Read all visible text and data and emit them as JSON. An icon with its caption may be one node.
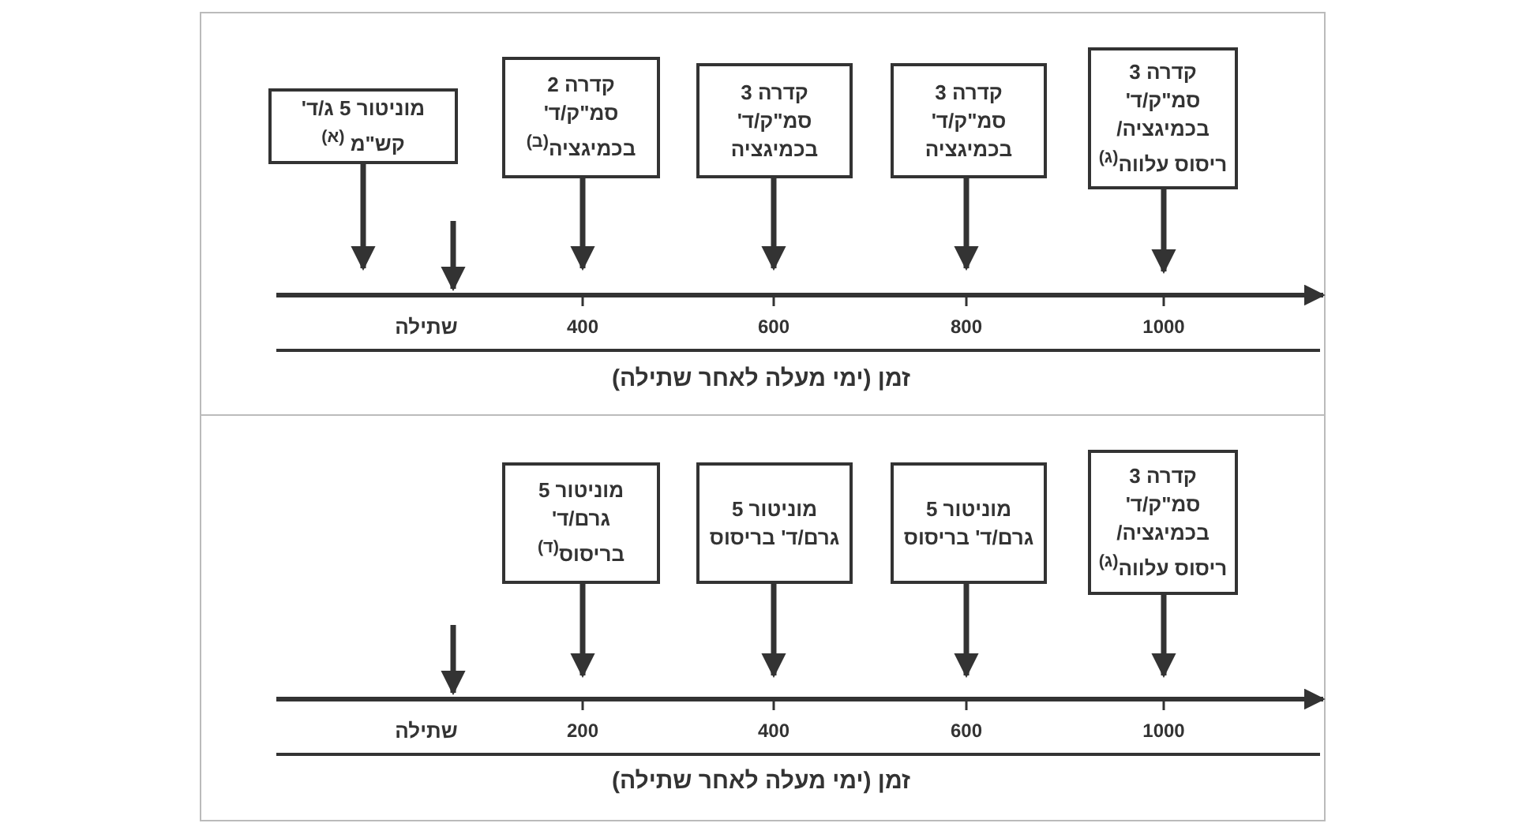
{
  "diagram": {
    "nodes": [
      {
        "text": [
          "מוניטור 5 ג/ד' קש\"מ $^{(א)}$"
        ]
      },
      {
        "text": [
          "קדרה 2 סמ\"ק/ד' בכמיגציה$^{(ב)}$"
        ]
      },
      {
        "text": [
          "קדרה 3 סמ\"ק/ד' בכמיגציה"
        ]
      },
      {
        "text": [
          "קדרה 3 סמ\"ק/ד' בכמיגציה"
        ]
      },
      {
        "text": [
          "קדרה 3 סמ\"ק/ד' בכמיגציה/ ריסוס עלווה$^{(ג)}$"
        ]
      },
      {
        "text": [
          "מוניטור 5 גרם/ד' בריסוס$^{(ד)}$"
        ]
      },
      {
        "text": [
          "מוניטור 5 גרם/ד' בריסוס"
        ]
      },
      {
        "text": [
          "מוניטור 5 גרם/ד' בריסוס"
        ]
      },
      {
        "text": [
          "קדרה 3 סמ\"ק/ד' בכמיגציה/ ריסוס עלווה$^{(ג)}$"
        ]
      }
    ],
    "edges": [
      {
        "from": 0,
        "to": null,
        "arrow": "to"
      },
      {
        "from": 1,
        "to": null,
        "arrow": "to"
      },
      {
        "from": 2,
        "to": null,
        "arrow": "to"
      },
      {
        "from": 3,
        "to": null,
        "arrow": "to"
      },
      {
        "from": 4,
        "to": null,
        "arrow": "to"
      },
      {
        "from": 5,
        "to": null,
        "arrow": "to"
      },
      {
        "from": 6,
        "to": null,
        "arrow": "to"
      },
      {
        "from": 7,
        "to": null,
        "arrow": "to"
      },
      {
        "from": 8,
        "to": null,
        "arrow": "to"
      }
    ],
    "labels": [
      "שתילה",
      "400",
      "600",
      "800",
      "1000",
      "זמן (ימי מעלה לאחר שתילה)",
      "שתילה",
      "200",
      "400",
      "600",
      "1000",
      "זמן (ימי מעלה לאחר שתילה)"
    ]
  }
}
